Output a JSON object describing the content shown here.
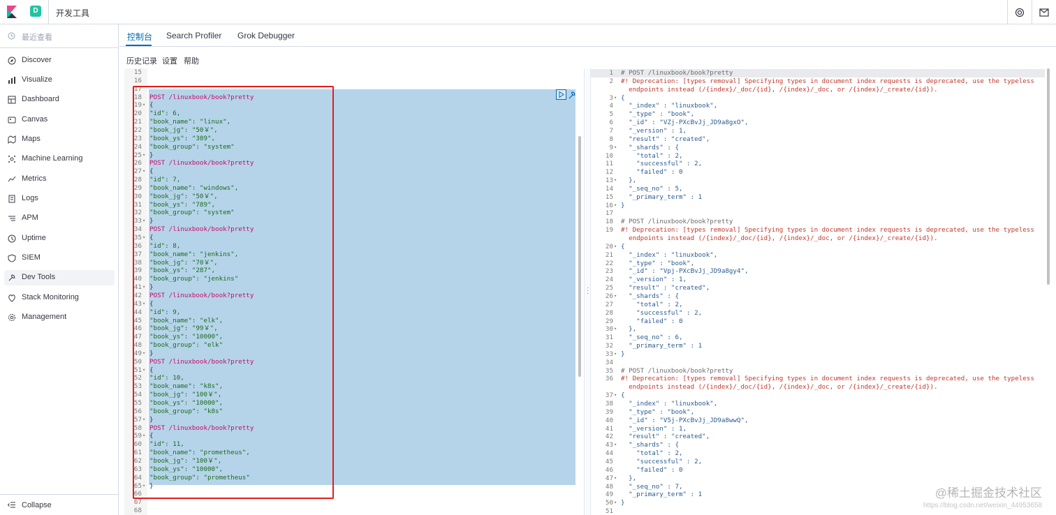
{
  "header": {
    "space_initial": "D",
    "app_title": "开发工具"
  },
  "sidebar": {
    "recent_label": "最近查看",
    "items": [
      {
        "label": "Discover",
        "icon": "compass-icon"
      },
      {
        "label": "Visualize",
        "icon": "visualize-icon"
      },
      {
        "label": "Dashboard",
        "icon": "dashboard-icon"
      },
      {
        "label": "Canvas",
        "icon": "canvas-icon"
      },
      {
        "label": "Maps",
        "icon": "maps-icon"
      },
      {
        "label": "Machine Learning",
        "icon": "machine-learning-icon"
      },
      {
        "label": "Metrics",
        "icon": "metrics-icon"
      },
      {
        "label": "Logs",
        "icon": "logs-icon"
      },
      {
        "label": "APM",
        "icon": "apm-icon"
      },
      {
        "label": "Uptime",
        "icon": "uptime-icon"
      },
      {
        "label": "SIEM",
        "icon": "siem-icon"
      },
      {
        "label": "Dev Tools",
        "icon": "dev-tools-icon",
        "active": true
      },
      {
        "label": "Stack Monitoring",
        "icon": "stack-monitoring-icon"
      },
      {
        "label": "Management",
        "icon": "gear-icon"
      }
    ],
    "collapse_label": "Collapse"
  },
  "tabs": [
    {
      "label": "控制台",
      "active": true
    },
    {
      "label": "Search Profiler"
    },
    {
      "label": "Grok Debugger"
    }
  ],
  "toolbar": {
    "history": "历史记录",
    "settings": "设置",
    "help": "帮助"
  },
  "request_editor": {
    "lines": [
      {
        "n": "15",
        "t": ""
      },
      {
        "n": "16",
        "t": ""
      },
      {
        "n": "17",
        "t": ""
      },
      {
        "n": "18",
        "t": "POST /linuxbook/book?pretty",
        "kind": "req"
      },
      {
        "n": "19",
        "t": "{",
        "fold": true
      },
      {
        "n": "20",
        "t": "\"id\": 6,"
      },
      {
        "n": "21",
        "t": "\"book_name\": \"linux\","
      },
      {
        "n": "22",
        "t": "\"book_jg\": \"50￥\","
      },
      {
        "n": "23",
        "t": "\"book_ys\": \"389\","
      },
      {
        "n": "24",
        "t": "\"book_group\": \"system\""
      },
      {
        "n": "25",
        "t": "}",
        "fold": true
      },
      {
        "n": "26",
        "t": "POST /linuxbook/book?pretty",
        "kind": "req"
      },
      {
        "n": "27",
        "t": "{",
        "fold": true
      },
      {
        "n": "28",
        "t": "\"id\": 7,"
      },
      {
        "n": "29",
        "t": "\"book_name\": \"windows\","
      },
      {
        "n": "30",
        "t": "\"book_jg\": \"50￥\","
      },
      {
        "n": "31",
        "t": "\"book_ys\": \"789\","
      },
      {
        "n": "32",
        "t": "\"book_group\": \"system\""
      },
      {
        "n": "33",
        "t": "}",
        "fold": true
      },
      {
        "n": "34",
        "t": "POST /linuxbook/book?pretty",
        "kind": "req"
      },
      {
        "n": "35",
        "t": "{",
        "fold": true
      },
      {
        "n": "36",
        "t": "\"id\": 8,"
      },
      {
        "n": "37",
        "t": "\"book_name\": \"jenkins\","
      },
      {
        "n": "38",
        "t": "\"book_jg\": \"70￥\","
      },
      {
        "n": "39",
        "t": "\"book_ys\": \"287\","
      },
      {
        "n": "40",
        "t": "\"book_group\": \"jenkins\""
      },
      {
        "n": "41",
        "t": "}",
        "fold": true
      },
      {
        "n": "42",
        "t": "POST /linuxbook/book?pretty",
        "kind": "req"
      },
      {
        "n": "43",
        "t": "{",
        "fold": true
      },
      {
        "n": "44",
        "t": "\"id\": 9,"
      },
      {
        "n": "45",
        "t": "\"book_name\": \"elk\","
      },
      {
        "n": "46",
        "t": "\"book_jg\": \"99￥\","
      },
      {
        "n": "47",
        "t": "\"book_ys\": \"10000\","
      },
      {
        "n": "48",
        "t": "\"book_group\": \"elk\""
      },
      {
        "n": "49",
        "t": "}",
        "fold": true
      },
      {
        "n": "50",
        "t": "POST /linuxbook/book?pretty",
        "kind": "req"
      },
      {
        "n": "51",
        "t": "{",
        "fold": true
      },
      {
        "n": "52",
        "t": "\"id\": 10,"
      },
      {
        "n": "53",
        "t": "\"book_name\": \"k8s\","
      },
      {
        "n": "54",
        "t": "\"book_jg\": \"100￥\","
      },
      {
        "n": "55",
        "t": "\"book_ys\": \"10000\","
      },
      {
        "n": "56",
        "t": "\"book_group\": \"k8s\""
      },
      {
        "n": "57",
        "t": "}",
        "fold": true
      },
      {
        "n": "58",
        "t": "POST /linuxbook/book?pretty",
        "kind": "req"
      },
      {
        "n": "59",
        "t": "{",
        "fold": true
      },
      {
        "n": "60",
        "t": "\"id\": 11,"
      },
      {
        "n": "61",
        "t": "\"book_name\": \"prometheus\","
      },
      {
        "n": "62",
        "t": "\"book_jg\": \"100￥\","
      },
      {
        "n": "63",
        "t": "\"book_ys\": \"10000\","
      },
      {
        "n": "64",
        "t": "\"book_group\": \"prometheus\""
      },
      {
        "n": "65",
        "t": "}",
        "fold": true
      },
      {
        "n": "66",
        "t": ""
      },
      {
        "n": "67",
        "t": ""
      },
      {
        "n": "68",
        "t": ""
      }
    ]
  },
  "response_viewer": {
    "lines": [
      {
        "n": "1",
        "t": "# POST /linuxbook/book?pretty",
        "kind": "comment"
      },
      {
        "n": "2",
        "t": "#! Deprecation: [types removal] Specifying types in document index requests is deprecated, use the typeless",
        "kind": "warn"
      },
      {
        "n": "",
        "t": "  endpoints instead (/{index}/_doc/{id}, /{index}/_doc, or /{index}/_create/{id}).",
        "kind": "warn"
      },
      {
        "n": "3",
        "t": "{",
        "fold": true
      },
      {
        "n": "4",
        "t": "  \"_index\" : \"linuxbook\","
      },
      {
        "n": "5",
        "t": "  \"_type\" : \"book\","
      },
      {
        "n": "6",
        "t": "  \"_id\" : \"VZj-PXcBvJj_JD9a8gxO\","
      },
      {
        "n": "7",
        "t": "  \"_version\" : 1,"
      },
      {
        "n": "8",
        "t": "  \"result\" : \"created\","
      },
      {
        "n": "9",
        "t": "  \"_shards\" : {",
        "fold": true
      },
      {
        "n": "10",
        "t": "    \"total\" : 2,"
      },
      {
        "n": "11",
        "t": "    \"successful\" : 2,"
      },
      {
        "n": "12",
        "t": "    \"failed\" : 0"
      },
      {
        "n": "13",
        "t": "  },",
        "fold": true
      },
      {
        "n": "14",
        "t": "  \"_seq_no\" : 5,"
      },
      {
        "n": "15",
        "t": "  \"_primary_term\" : 1"
      },
      {
        "n": "16",
        "t": "}",
        "fold": true
      },
      {
        "n": "17",
        "t": ""
      },
      {
        "n": "18",
        "t": "# POST /linuxbook/book?pretty",
        "kind": "comment"
      },
      {
        "n": "19",
        "t": "#! Deprecation: [types removal] Specifying types in document index requests is deprecated, use the typeless",
        "kind": "warn"
      },
      {
        "n": "",
        "t": "  endpoints instead (/{index}/_doc/{id}, /{index}/_doc, or /{index}/_create/{id}).",
        "kind": "warn"
      },
      {
        "n": "20",
        "t": "{",
        "fold": true
      },
      {
        "n": "21",
        "t": "  \"_index\" : \"linuxbook\","
      },
      {
        "n": "22",
        "t": "  \"_type\" : \"book\","
      },
      {
        "n": "23",
        "t": "  \"_id\" : \"Vpj-PXcBvJj_JD9a8gy4\","
      },
      {
        "n": "24",
        "t": "  \"_version\" : 1,"
      },
      {
        "n": "25",
        "t": "  \"result\" : \"created\","
      },
      {
        "n": "26",
        "t": "  \"_shards\" : {",
        "fold": true
      },
      {
        "n": "27",
        "t": "    \"total\" : 2,"
      },
      {
        "n": "28",
        "t": "    \"successful\" : 2,"
      },
      {
        "n": "29",
        "t": "    \"failed\" : 0"
      },
      {
        "n": "30",
        "t": "  },",
        "fold": true
      },
      {
        "n": "31",
        "t": "  \"_seq_no\" : 6,"
      },
      {
        "n": "32",
        "t": "  \"_primary_term\" : 1"
      },
      {
        "n": "33",
        "t": "}",
        "fold": true
      },
      {
        "n": "34",
        "t": ""
      },
      {
        "n": "35",
        "t": "# POST /linuxbook/book?pretty",
        "kind": "comment"
      },
      {
        "n": "36",
        "t": "#! Deprecation: [types removal] Specifying types in document index requests is deprecated, use the typeless",
        "kind": "warn"
      },
      {
        "n": "",
        "t": "  endpoints instead (/{index}/_doc/{id}, /{index}/_doc, or /{index}/_create/{id}).",
        "kind": "warn"
      },
      {
        "n": "37",
        "t": "{",
        "fold": true
      },
      {
        "n": "38",
        "t": "  \"_index\" : \"linuxbook\","
      },
      {
        "n": "39",
        "t": "  \"_type\" : \"book\","
      },
      {
        "n": "40",
        "t": "  \"_id\" : \"V5j-PXcBvJj_JD9a8wwQ\","
      },
      {
        "n": "41",
        "t": "  \"_version\" : 1,"
      },
      {
        "n": "42",
        "t": "  \"result\" : \"created\","
      },
      {
        "n": "43",
        "t": "  \"_shards\" : {",
        "fold": true
      },
      {
        "n": "44",
        "t": "    \"total\" : 2,"
      },
      {
        "n": "45",
        "t": "    \"successful\" : 2,"
      },
      {
        "n": "46",
        "t": "    \"failed\" : 0"
      },
      {
        "n": "47",
        "t": "  },",
        "fold": true
      },
      {
        "n": "48",
        "t": "  \"_seq_no\" : 7,"
      },
      {
        "n": "49",
        "t": "  \"_primary_term\" : 1"
      },
      {
        "n": "50",
        "t": "}",
        "fold": true
      },
      {
        "n": "51",
        "t": ""
      }
    ]
  },
  "watermark": {
    "brand": "@稀土掘金技术社区",
    "url": "https://blog.csdn.net/weixin_44953658"
  },
  "colors": {
    "accent": "#006bb4",
    "selection": "#b5d4ea",
    "highlight_box": "#e51c1c"
  }
}
